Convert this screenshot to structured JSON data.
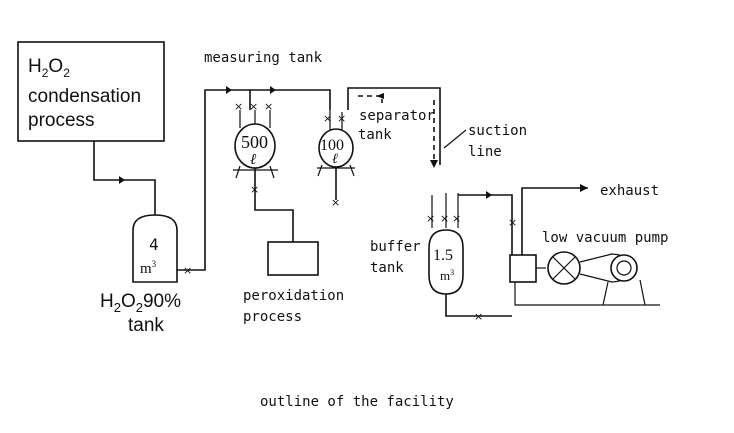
{
  "process_box": {
    "line1_main": "H",
    "line1_sub1": "2",
    "line1_mid": "O",
    "line1_sub2": "2",
    "line2": "condensation",
    "line3": "process"
  },
  "labels": {
    "measuring_tank": "measuring tank",
    "separator_line1": "separator",
    "separator_line2": "tank",
    "suction_line1": "suction",
    "suction_line2": "line",
    "exhaust": "exhaust",
    "buffer_line1": "buffer",
    "buffer_line2": "tank",
    "pump": "low vacuum pump",
    "peroxidation_line1": "peroxidation",
    "peroxidation_line2": "process",
    "caption": "outline of the facility"
  },
  "storage_tank": {
    "volume": "4",
    "unit": "m",
    "unit_sup": "3",
    "name_main": "H",
    "name_sub1": "2",
    "name_mid": "O",
    "name_sub2": "2",
    "name_pct": "90%",
    "name_line2": "tank"
  },
  "measuring_tank_500": {
    "num": "500",
    "unit": "ℓ"
  },
  "separator_tank_100": {
    "num": "100",
    "unit": "ℓ"
  },
  "buffer_tank": {
    "num": "1.5",
    "unit": "m",
    "unit_sup": "3"
  },
  "valve_symbol": "×"
}
